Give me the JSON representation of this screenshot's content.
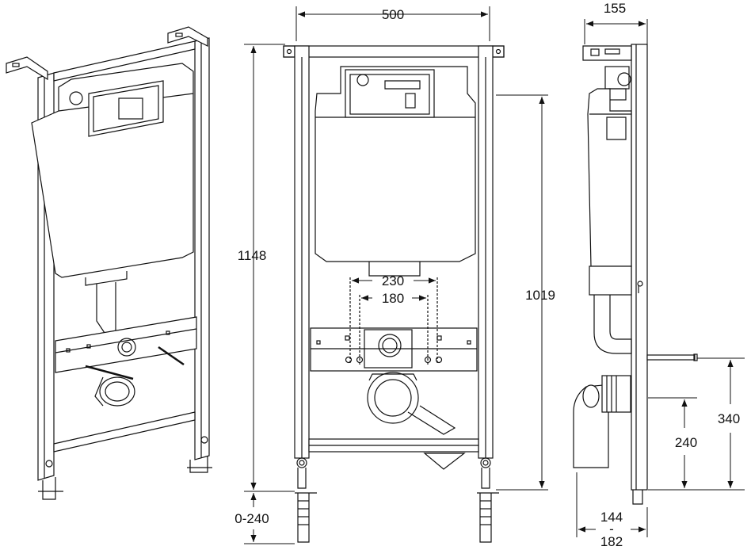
{
  "drawing": {
    "top_width": "500",
    "side_depth": "155",
    "total_height": "1148",
    "frame_height": "1019",
    "pipe_spacing_outer": "230",
    "pipe_spacing_inner": "180",
    "leg_adjust": "0-240",
    "drain_height": "240",
    "pipe_height": "340",
    "depth_min": "144",
    "depth_sep": "-",
    "depth_max": "182"
  },
  "colors": {
    "ink": "#111111",
    "background": "#ffffff"
  }
}
